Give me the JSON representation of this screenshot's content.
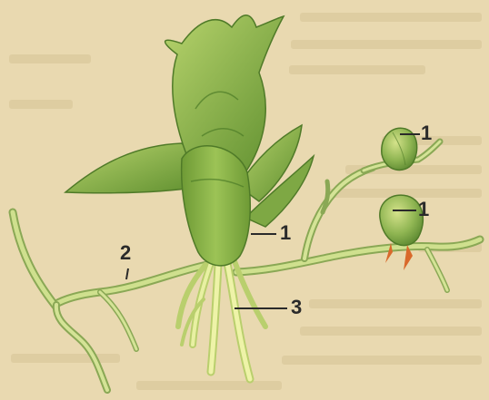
{
  "labels": {
    "bud_top": "1",
    "bud_mid": "1",
    "tuber": "1",
    "stolon": "2",
    "roots": "3"
  },
  "colors": {
    "background": "#e9d9b0",
    "plant_dark": "#5f8f2f",
    "plant_mid": "#86b34a",
    "plant_light": "#c6dc77",
    "stolon": "#c8d98a",
    "root": "#e2ec9a",
    "tip": "#d9692b"
  }
}
